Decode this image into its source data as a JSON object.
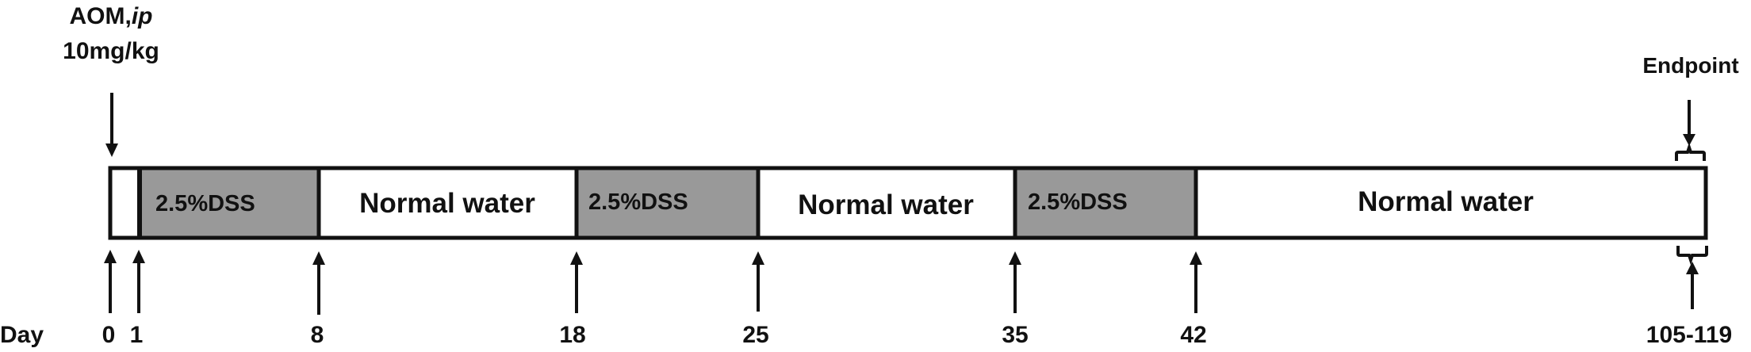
{
  "annotation": {
    "aom_line1_prefix": "AOM,",
    "aom_line1_italic": "ip",
    "aom_line2": "10mg/kg",
    "endpoint": "Endpoint"
  },
  "axis": {
    "day_label": "Day",
    "ticks": [
      "0",
      "1",
      "8",
      "18",
      "25",
      "35",
      "42",
      "105-119"
    ]
  },
  "segments": [
    {
      "label": "",
      "type": "pre",
      "fill": "#ffffff"
    },
    {
      "label": "2.5%DSS",
      "type": "dss",
      "fill": "#999999"
    },
    {
      "label": "Normal water",
      "type": "water",
      "fill": "#ffffff"
    },
    {
      "label": "2.5%DSS",
      "type": "dss",
      "fill": "#999999"
    },
    {
      "label": "Normal water",
      "type": "water",
      "fill": "#ffffff"
    },
    {
      "label": "2.5%DSS",
      "type": "dss",
      "fill": "#999999"
    },
    {
      "label": "Normal water",
      "type": "water",
      "fill": "#ffffff"
    }
  ],
  "colors": {
    "dss_fill": "#999999",
    "stroke": "#111111"
  }
}
